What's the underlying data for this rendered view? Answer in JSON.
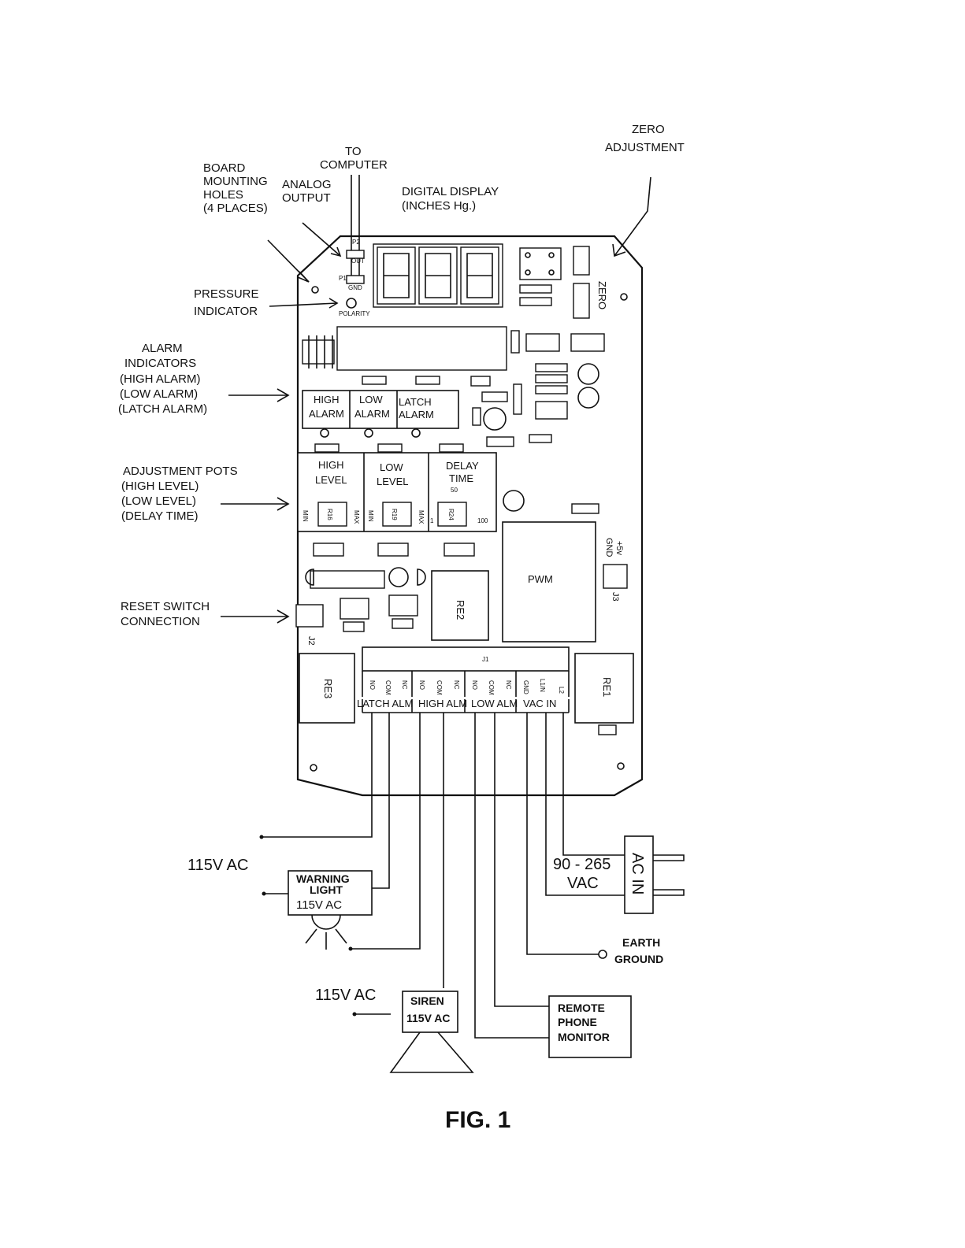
{
  "callouts": {
    "board_mounting_holes": [
      "BOARD",
      "MOUNTING",
      "HOLES",
      "(4 PLACES)"
    ],
    "to_computer": [
      "TO",
      "COMPUTER"
    ],
    "analog_output": [
      "ANALOG",
      "OUTPUT"
    ],
    "digital_display": [
      "DIGITAL DISPLAY",
      "(INCHES Hg.)"
    ],
    "zero_adjustment": [
      "ZERO",
      "ADJUSTMENT"
    ],
    "pressure_indicator": [
      "PRESSURE",
      "INDICATOR"
    ],
    "alarm_indicators": [
      "ALARM",
      "INDICATORS",
      "(HIGH ALARM)",
      "(LOW ALARM)",
      "(LATCH ALARM)"
    ],
    "adjustment_pots": [
      "ADJUSTMENT POTS",
      "(HIGH LEVEL)",
      "(LOW LEVEL)",
      "(DELAY TIME)"
    ],
    "reset_switch": [
      "RESET SWITCH",
      "CONNECTION"
    ]
  },
  "board": {
    "p2": "P2",
    "out": "OUT",
    "p1": "P1",
    "gnd": "GND",
    "polarity": "POLARITY",
    "zero": "ZERO",
    "alarm_leds": [
      {
        "line1": "HIGH",
        "line2": "ALARM"
      },
      {
        "line1": "LOW",
        "line2": "ALARM"
      },
      {
        "line1": "LATCH",
        "line2": "ALARM"
      }
    ],
    "pots": [
      {
        "line1": "HIGH",
        "line2": "LEVEL",
        "ref": "R16",
        "left": "MIN",
        "right": "MAX",
        "top": ""
      },
      {
        "line1": "LOW",
        "line2": "LEVEL",
        "ref": "R19",
        "left": "MIN",
        "right": "MAX",
        "top": ""
      },
      {
        "line1": "DELAY",
        "line2": "TIME",
        "ref": "R24",
        "left": "1",
        "right": "100",
        "top": "50"
      }
    ],
    "pwm": "PWM",
    "j3": "J3",
    "j3_pins": [
      "GND",
      "+5v"
    ],
    "j2": "J2",
    "re2": "RE2",
    "re3": "RE3",
    "re1": "RE1",
    "j1": "J1",
    "terminals": [
      "NO",
      "COM",
      "NC",
      "NO",
      "COM",
      "NC",
      "NO",
      "COM",
      "NC",
      "GND",
      "L1/N",
      "L2"
    ],
    "groups": [
      "LATCH ALM",
      "HIGH ALM",
      "LOW ALM",
      "VAC IN"
    ]
  },
  "external": {
    "ac_115_a": "115V AC",
    "warning_light": [
      "WARNING",
      "LIGHT",
      "115V AC"
    ],
    "ac_115_b": "115V AC",
    "siren": [
      "SIREN",
      "115V AC"
    ],
    "vac": [
      "90 - 265",
      "VAC"
    ],
    "ac_in": "AC IN",
    "earth_ground": [
      "EARTH",
      "GROUND"
    ],
    "remote_phone": [
      "REMOTE",
      "PHONE",
      "MONITOR"
    ]
  },
  "figure_label": "FIG. 1"
}
